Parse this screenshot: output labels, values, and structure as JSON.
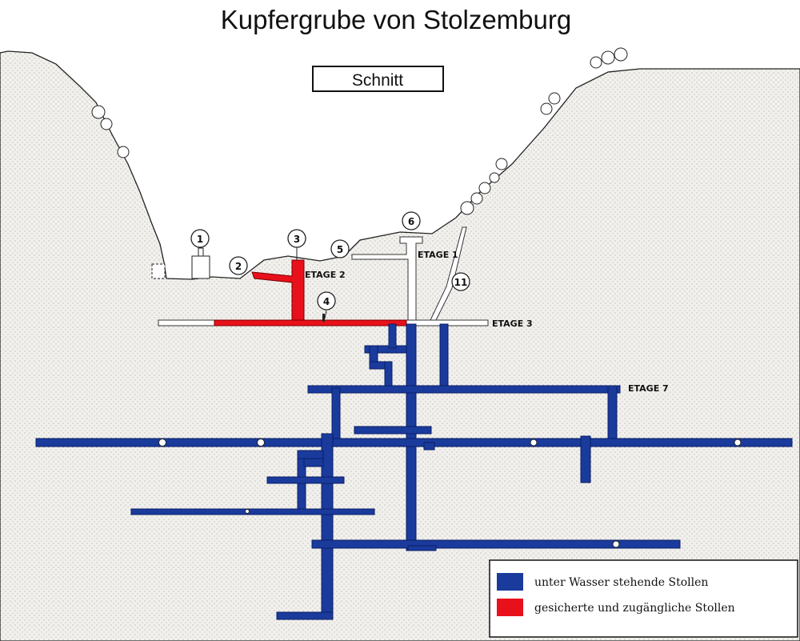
{
  "title": "Kupfergrube von Stolzemburg",
  "subtitle": "Schnitt",
  "colors": {
    "water": "#1a3b9c",
    "secured": "#e8101a",
    "ground": "#f1f0ec"
  },
  "markers": [
    "1",
    "2",
    "3",
    "4",
    "5",
    "6",
    "11"
  ],
  "levels": {
    "etage1": "ETAGE 1",
    "etage2": "ETAGE 2",
    "etage3": "ETAGE 3",
    "etage7": "ETAGE 7"
  },
  "legend": {
    "water_label": "unter Wasser stehende Stollen",
    "secured_label": "gesicherte und zugängliche Stollen"
  }
}
